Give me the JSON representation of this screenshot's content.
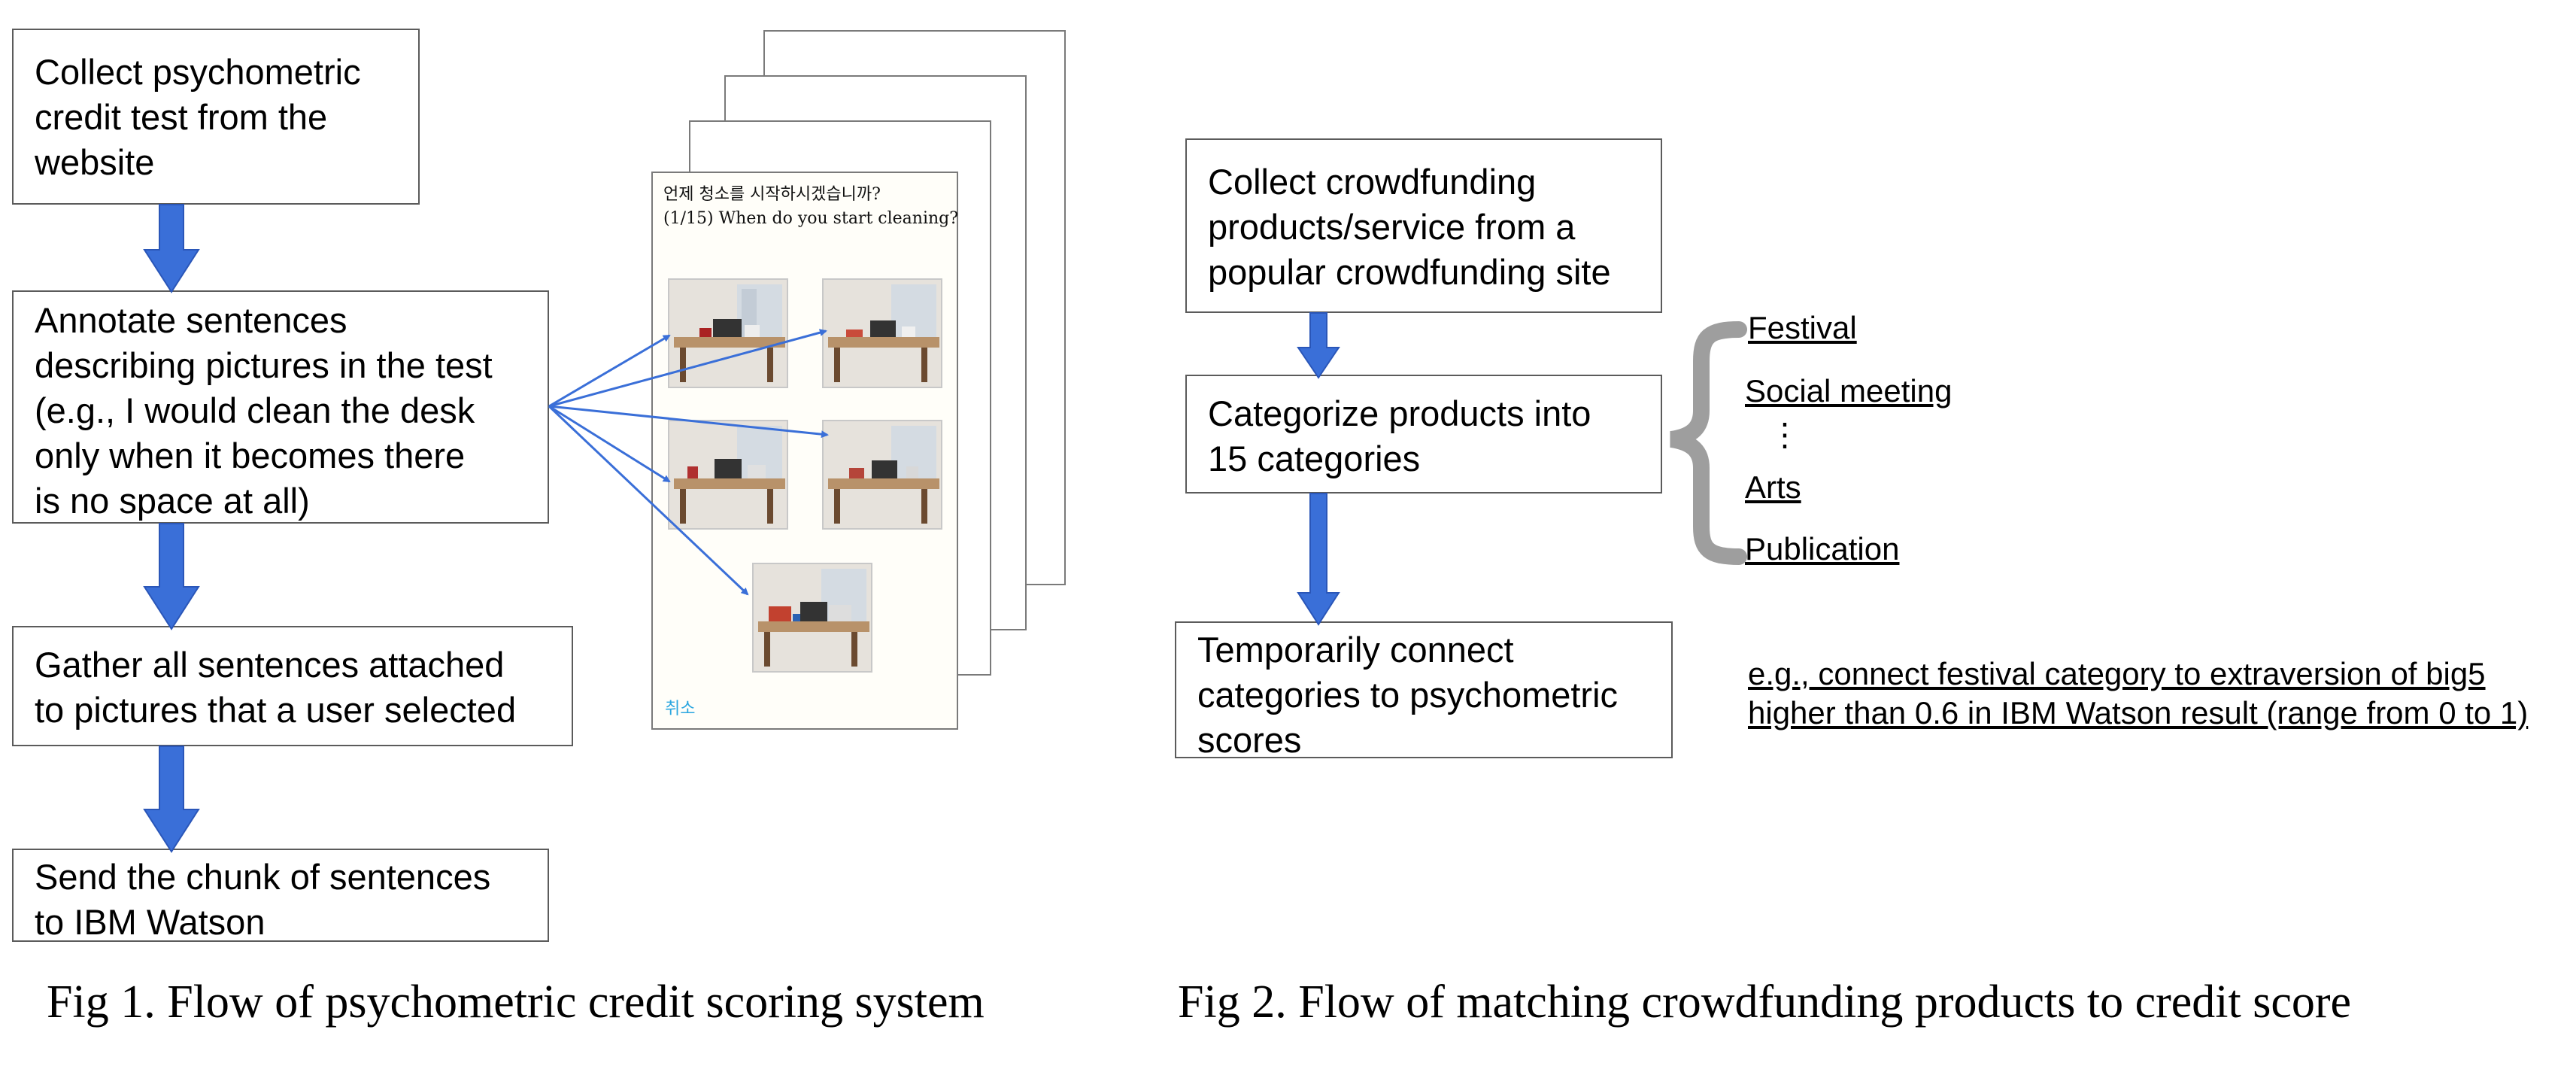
{
  "fig1": {
    "step1": [
      "Collect psychometric",
      "credit test from the",
      "website"
    ],
    "step2": [
      "Annotate sentences",
      "describing pictures in the test",
      "(e.g., I would clean the desk",
      "only when it becomes there",
      "is no space at all)"
    ],
    "step3": [
      "Gather all sentences attached",
      "to pictures that a user selected"
    ],
    "step4": [
      "Send the chunk of sentences",
      "to IBM Watson"
    ],
    "screenshot": {
      "question_ko": "언제 청소를 시작하시겠습니까?",
      "question_en": "(1/15) When do you start cleaning?",
      "cancel": "취소"
    },
    "caption": "Fig 1. Flow of psychometric credit scoring system"
  },
  "fig2": {
    "step1": [
      "Collect crowdfunding",
      "products/service from a",
      "popular crowdfunding site"
    ],
    "step2": [
      "Categorize products into",
      "15 categories"
    ],
    "step3": [
      "Temporarily connect",
      "categories to psychometric",
      "scores"
    ],
    "categories": [
      "Festival",
      "Social meeting",
      "Arts",
      "Publication"
    ],
    "ellipsis": "⋮",
    "example": [
      "e.g., connect festival category to extraversion of big5",
      "higher than 0.6 in IBM Watson result (range from 0 to 1)"
    ],
    "caption": "Fig 2. Flow of matching crowdfunding products to credit score"
  },
  "colors": {
    "arrow": "#3a6fd8",
    "arrow_dark": "#2a56b8",
    "brace": "#9e9e9e",
    "border": "#5b5b5b"
  }
}
